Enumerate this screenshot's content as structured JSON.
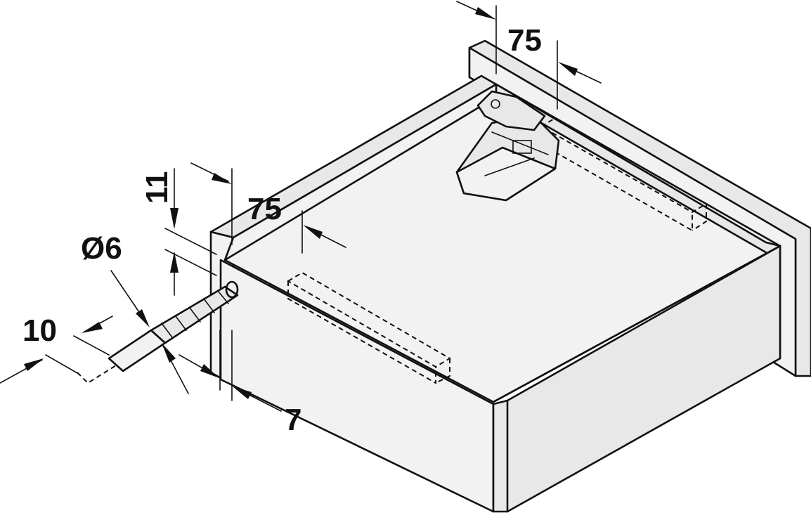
{
  "dimensions": {
    "rear_offset": "75",
    "front_offset": "75",
    "vertical_offset": "11",
    "drill_diameter": "Ø6",
    "drill_depth": "10",
    "edge_distance": "7"
  },
  "colors": {
    "line": "#111111",
    "panel_fill": "#e8e8e8",
    "panel_fill_light": "#f2f2f2",
    "background": "#ffffff"
  }
}
